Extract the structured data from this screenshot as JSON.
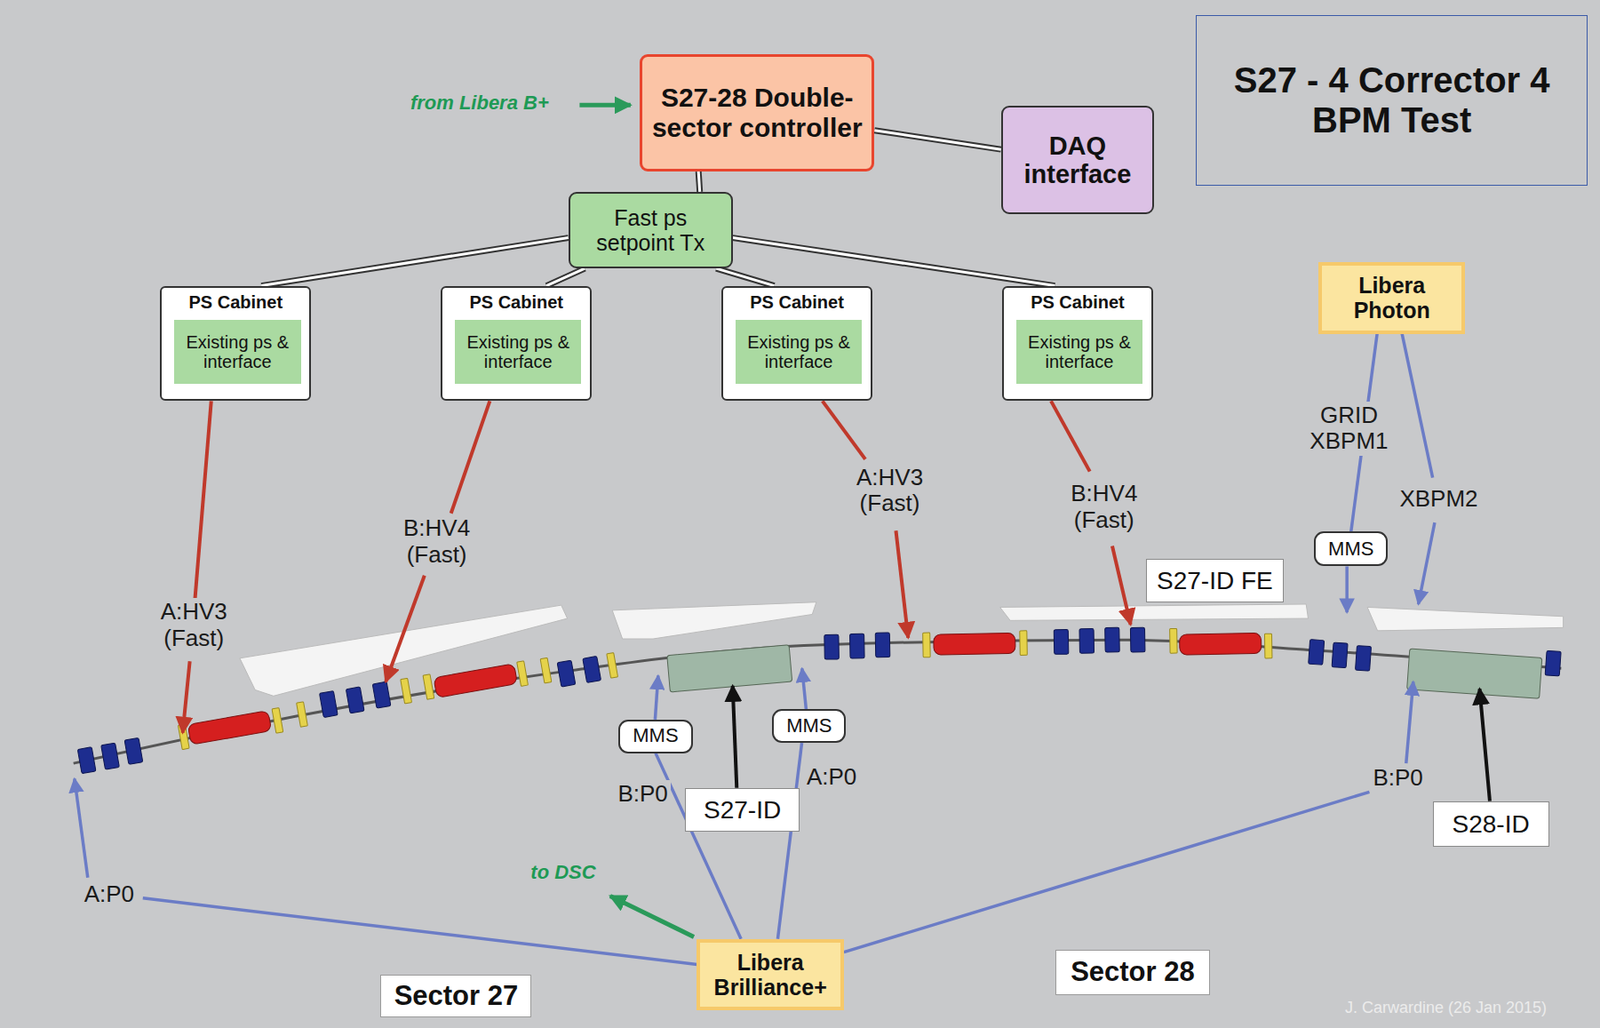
{
  "diagram": {
    "title": "S27 - 4 Corrector 4 BPM Test",
    "nodes": [
      {
        "text": [
          "S27-28 Double-sector controller"
        ]
      },
      {
        "text": [
          "DAQ interface"
        ]
      },
      {
        "text": [
          "Fast ps setpoint Tx"
        ]
      },
      {
        "text": [
          "PS Cabinet"
        ]
      },
      {
        "text": [
          "Existing ps & interface"
        ],
        "in": 3
      },
      {
        "text": [
          "PS Cabinet"
        ]
      },
      {
        "text": [
          "Existing ps & interface"
        ],
        "in": 5
      },
      {
        "text": [
          "PS Cabinet"
        ]
      },
      {
        "text": [
          "Existing ps & interface"
        ],
        "in": 7
      },
      {
        "text": [
          "PS Cabinet"
        ]
      },
      {
        "text": [
          "Existing ps & interface"
        ],
        "in": 9
      },
      {
        "text": [
          "Libera Photon"
        ]
      },
      {
        "text": [
          "S27-ID FE"
        ]
      },
      {
        "text": [
          "MMS"
        ]
      },
      {
        "text": [
          "MMS"
        ]
      },
      {
        "text": [
          "MMS"
        ]
      },
      {
        "text": [
          "S27-ID"
        ]
      },
      {
        "text": [
          "S28-ID"
        ]
      },
      {
        "text": [
          "Libera Brilliance+"
        ]
      },
      {
        "text": [
          "Sector 27"
        ]
      },
      {
        "text": [
          "Sector 28"
        ]
      }
    ],
    "edges": [
      {
        "from": 0,
        "to": 1,
        "arrow": "none"
      },
      {
        "from": 0,
        "to": 2,
        "arrow": "none"
      },
      {
        "from": 2,
        "to": 3,
        "arrow": "none"
      },
      {
        "from": 2,
        "to": 5,
        "arrow": "none"
      },
      {
        "from": 2,
        "to": 7,
        "arrow": "none"
      },
      {
        "from": 2,
        "to": 9,
        "arrow": "none"
      },
      {
        "from": 11,
        "to": 13,
        "label": "GRID XBPM1",
        "arrow": "none"
      },
      {
        "from": 18,
        "to": 14,
        "label": "B:P0",
        "arrow": "none"
      },
      {
        "from": 18,
        "to": 15,
        "label": "A:P0",
        "arrow": "none"
      }
    ],
    "labels": [
      "from Libera B+",
      "A:HV3 (Fast)",
      "B:HV4 (Fast)",
      "A:HV3 (Fast)",
      "B:HV4 (Fast)",
      "XBPM2",
      "A:P0",
      "B:P0",
      "to DSC",
      "J. Carwardine (26 Jan 2015)"
    ]
  }
}
